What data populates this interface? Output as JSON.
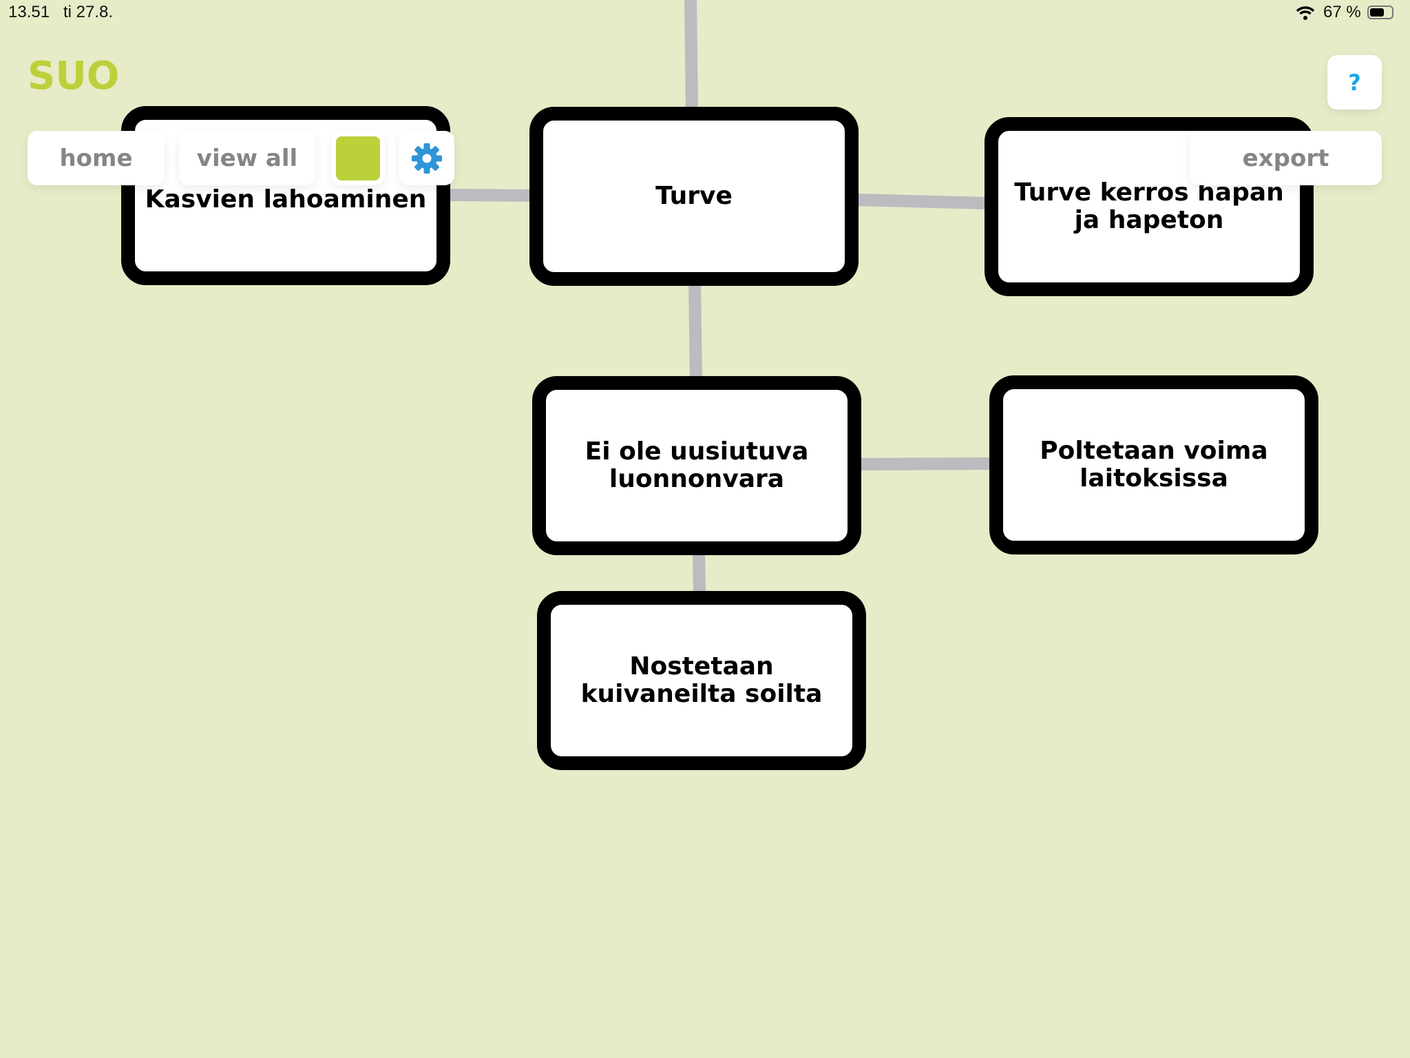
{
  "status_bar": {
    "time": "13.51",
    "date": "ti 27.8.",
    "battery": "67 %",
    "battery_level": 0.67
  },
  "app": {
    "title": "SUO"
  },
  "toolbar": {
    "home": "home",
    "view_all": "view all",
    "export": "export",
    "help": "?",
    "color_swatch": "#bcd03a",
    "accent": "#2e95d8"
  },
  "nodes": [
    {
      "label": "Kasvien lahoaminen"
    },
    {
      "label": "Turve"
    },
    {
      "label": "Turve kerros hapan\nja hapeton"
    },
    {
      "label": "Ei ole uusiutuva\nluonnonvara"
    },
    {
      "label": "Poltetaan voima\nlaitoksissa"
    },
    {
      "label": "Nostetaan\nkuivaneilta soilta"
    }
  ]
}
